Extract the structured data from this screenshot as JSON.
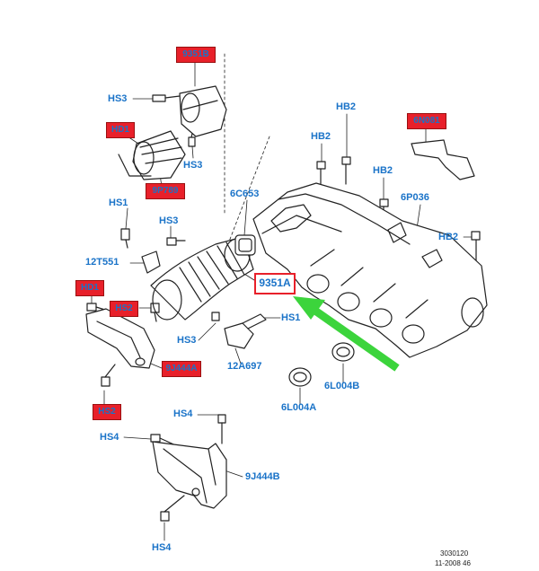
{
  "diagram": {
    "labels": {
      "l9351B": "9351B",
      "hs3_top": "HS3",
      "hd1_top": "HD1",
      "l9P789": "9P789",
      "hs3_mid": "HS3",
      "hs1_left": "HS1",
      "hs3_left": "HS3",
      "l12T551": "12T551",
      "hd1_bottom": "HD1",
      "hs2_left": "HS2",
      "l9J444A": "9J444A",
      "hs2_bottom": "HS2",
      "l6C653": "6C653",
      "l9351A": "9351A",
      "hs1_right": "HS1",
      "hs3_lower": "HS3",
      "l12A697": "12A697",
      "hb2_top": "HB2",
      "hb2_second": "HB2",
      "hb2_third": "HB2",
      "hb2_right": "HB2",
      "l6N081": "6N081",
      "l6P036": "6P036",
      "l6L004B": "6L004B",
      "l6L004A": "6L004A",
      "hs4_a": "HS4",
      "hs4_b": "HS4",
      "l9J444B": "9J444B",
      "hs4_c": "HS4"
    },
    "footer": {
      "ref_number": "3030120",
      "date_code": "11-2008 46"
    },
    "colors": {
      "label_text": "#1a73c8",
      "highlight_fill": "#e8202a",
      "box_outline": "#e8202a",
      "arrow": "#3cd43c",
      "line_art": "#222222"
    }
  }
}
